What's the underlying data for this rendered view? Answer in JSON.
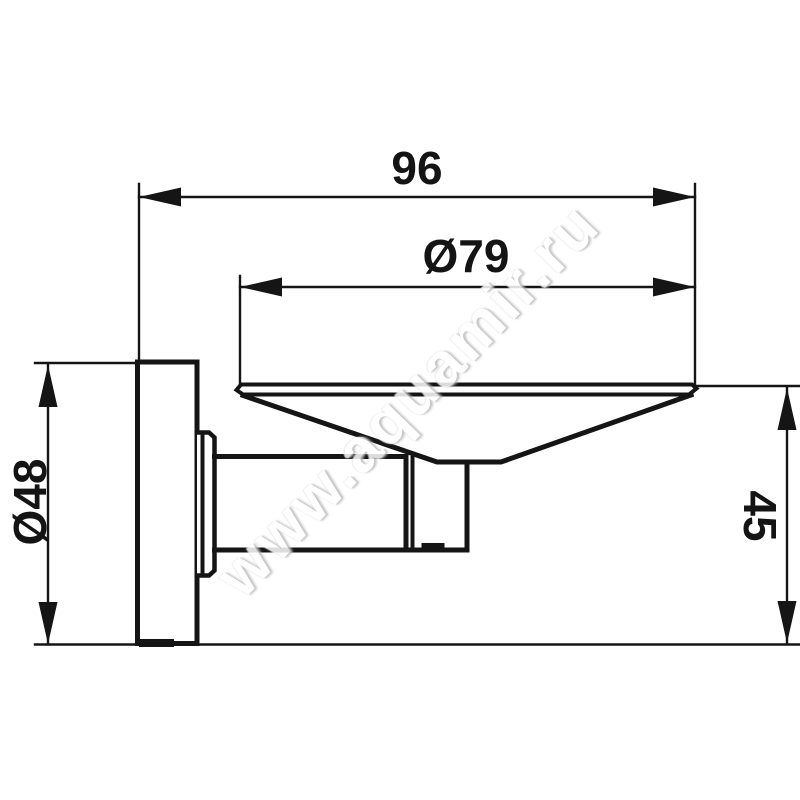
{
  "diagram": {
    "dimensions": {
      "depth": "96",
      "dish_diameter": "Ø79",
      "flange_diameter": "Ø48",
      "height": "45"
    },
    "watermark": "www.aquamir.ru",
    "colors": {
      "line": "#151515",
      "background": "#ffffff"
    }
  }
}
